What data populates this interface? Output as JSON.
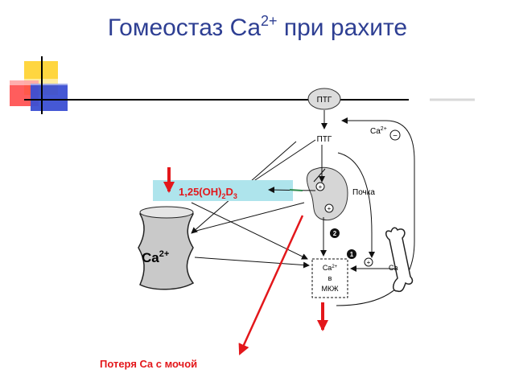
{
  "slide": {
    "title_main": "Гомеостаз Ca",
    "title_sup": "2+",
    "title_tail": " при рахите"
  },
  "diagram": {
    "ptg_top": "ПТГ",
    "ptg_second": "ПТГ",
    "ca_feedback": "Ca",
    "ca_feedback_sup": "2+",
    "minus_sign": "−",
    "kidney_label": "Почка",
    "plus_sign": "+",
    "hormone_base": "1,25(OH)",
    "hormone_sub1": "2",
    "hormone_d": "D",
    "hormone_sub2": "3",
    "intestine_ca": "Ca",
    "intestine_ca_sup": "2+",
    "ecf_line1": "Ca",
    "ecf_line1_sup": "2+",
    "ecf_line2": "в",
    "ecf_line3": "МКЖ",
    "bone_ca": "Ca",
    "marker_1": "1",
    "marker_2": "2",
    "urine_loss": "Потеря Ca с мочой"
  }
}
